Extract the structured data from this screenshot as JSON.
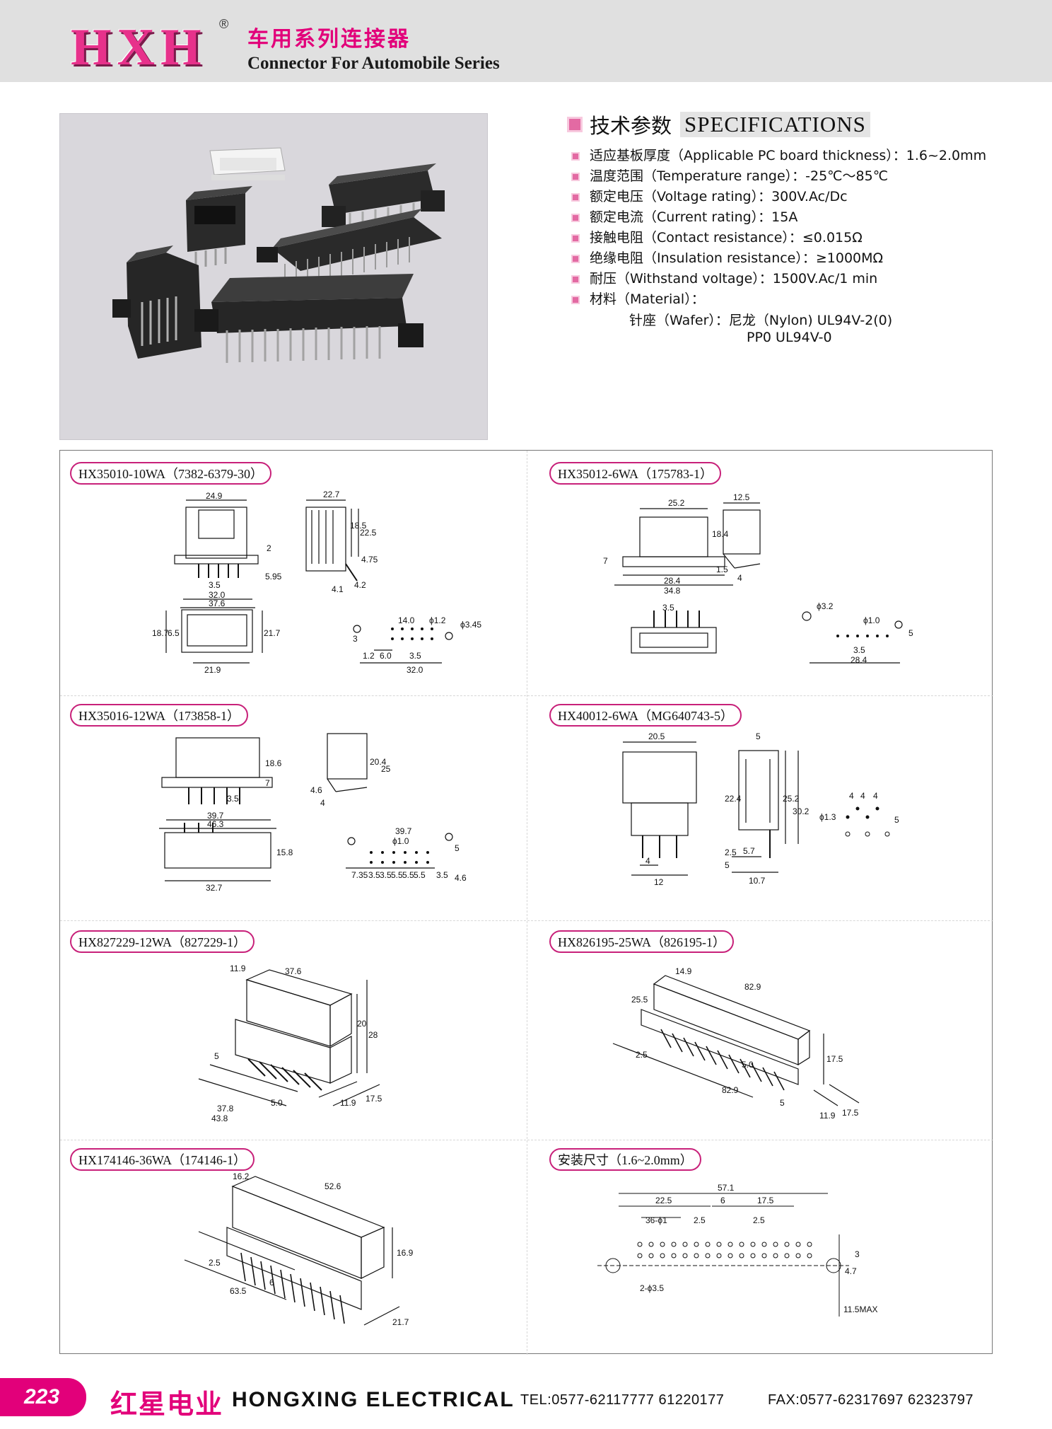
{
  "header": {
    "logo": "HXH",
    "registered": "®",
    "title_cn": "车用系列连接器",
    "title_en": "Connector For Automobile Series"
  },
  "specifications": {
    "heading_cn": "技术参数",
    "heading_en": "SPECIFICATIONS",
    "items": [
      "适应基板厚度（Applicable PC board thickness）：1.6~2.0mm",
      "温度范围（Temperature range）：-25℃～85℃",
      "额定电压（Voltage rating）：300V.Ac/Dc",
      "额定电流（Current rating）：15A",
      "接触电阻（Contact resistance）：≤0.015Ω",
      "绝缘电阻（Insulation resistance）：≥1000MΩ",
      "耐压（Withstand voltage）：1500V.Ac/1 min",
      "材料（Material）："
    ],
    "material_lines": [
      "针座（Wafer）：尼龙（Nylon) UL94V-2(0)",
      "PP0 UL94V-0"
    ]
  },
  "drawings": [
    {
      "model": "HX35010-10WA（7382-6379-30）",
      "dims": [
        "24.9",
        "22.7",
        "18.5",
        "22.5",
        "2",
        "4.75",
        "5.95",
        "4.2",
        "4.1",
        "3.5",
        "32.0",
        "37.6",
        "18.7",
        "6.5",
        "21.7",
        "21.9",
        "14.0",
        "ϕ1.2",
        "ϕ3.45",
        "3",
        "1.2",
        "6.0",
        "3.5",
        "32.0"
      ]
    },
    {
      "model": "HX35012-6WA（175783-1）",
      "dims": [
        "25.2",
        "12.5",
        "18.4",
        "7",
        "1.5",
        "4",
        "28.4",
        "34.8",
        "3.5",
        "ϕ3.2",
        "ϕ1.0",
        "5",
        "3.5",
        "28.4"
      ]
    },
    {
      "model": "HX35016-12WA（173858-1）",
      "dims": [
        "18.6",
        "7",
        "20.4",
        "25",
        "4.6",
        "4",
        "3.5",
        "39.7",
        "46.3",
        "15.8",
        "32.7",
        "39.7",
        "ϕ1.0",
        "5",
        "7.35",
        "3.5",
        "3.5",
        "5.5",
        "5.5",
        "5.5",
        "3.5",
        "4.6"
      ]
    },
    {
      "model": "HX40012-6WA（MG640743-5）",
      "dims": [
        "20.5",
        "5",
        "22.4",
        "25.2",
        "30.2",
        "5",
        "2.5",
        "5.7",
        "10.7",
        "4",
        "12",
        "ϕ1.3",
        "4",
        "4",
        "4",
        "5"
      ]
    },
    {
      "model": "HX827229-12WA（827229-1）",
      "dims": [
        "11.9",
        "37.6",
        "20",
        "28",
        "5",
        "37.8",
        "43.8",
        "5.0",
        "11.9",
        "17.5"
      ]
    },
    {
      "model": "HX826195-25WA（826195-1）",
      "dims": [
        "14.9",
        "82.9",
        "25.5",
        "17.5",
        "2.5",
        "5.0",
        "82.9",
        "5",
        "11.9",
        "17.5"
      ]
    },
    {
      "model": "HX174146-36WA（174146-1）",
      "dims": [
        "16.2",
        "52.6",
        "16.9",
        "2.5",
        "63.5",
        "6",
        "21.7"
      ]
    },
    {
      "model": "安装尺寸（1.6~2.0mm）",
      "dims": [
        "57.1",
        "22.5",
        "6",
        "17.5",
        "36-ϕ1",
        "2.5",
        "2.5",
        "2-ϕ3.5",
        "4.7",
        "3",
        "11.5MAX"
      ]
    }
  ],
  "footer": {
    "page_number": "223",
    "brand_cn": "红星电业",
    "brand_en": "HONGXING ELECTRICAL",
    "tel": "TEL:0577-62117777   61220177",
    "fax": "FAX:0577-62317697   62323797"
  },
  "colors": {
    "accent": "#e2007a",
    "header_bg": "#e0e0e0",
    "photo_bg": "#d9d7dc"
  }
}
